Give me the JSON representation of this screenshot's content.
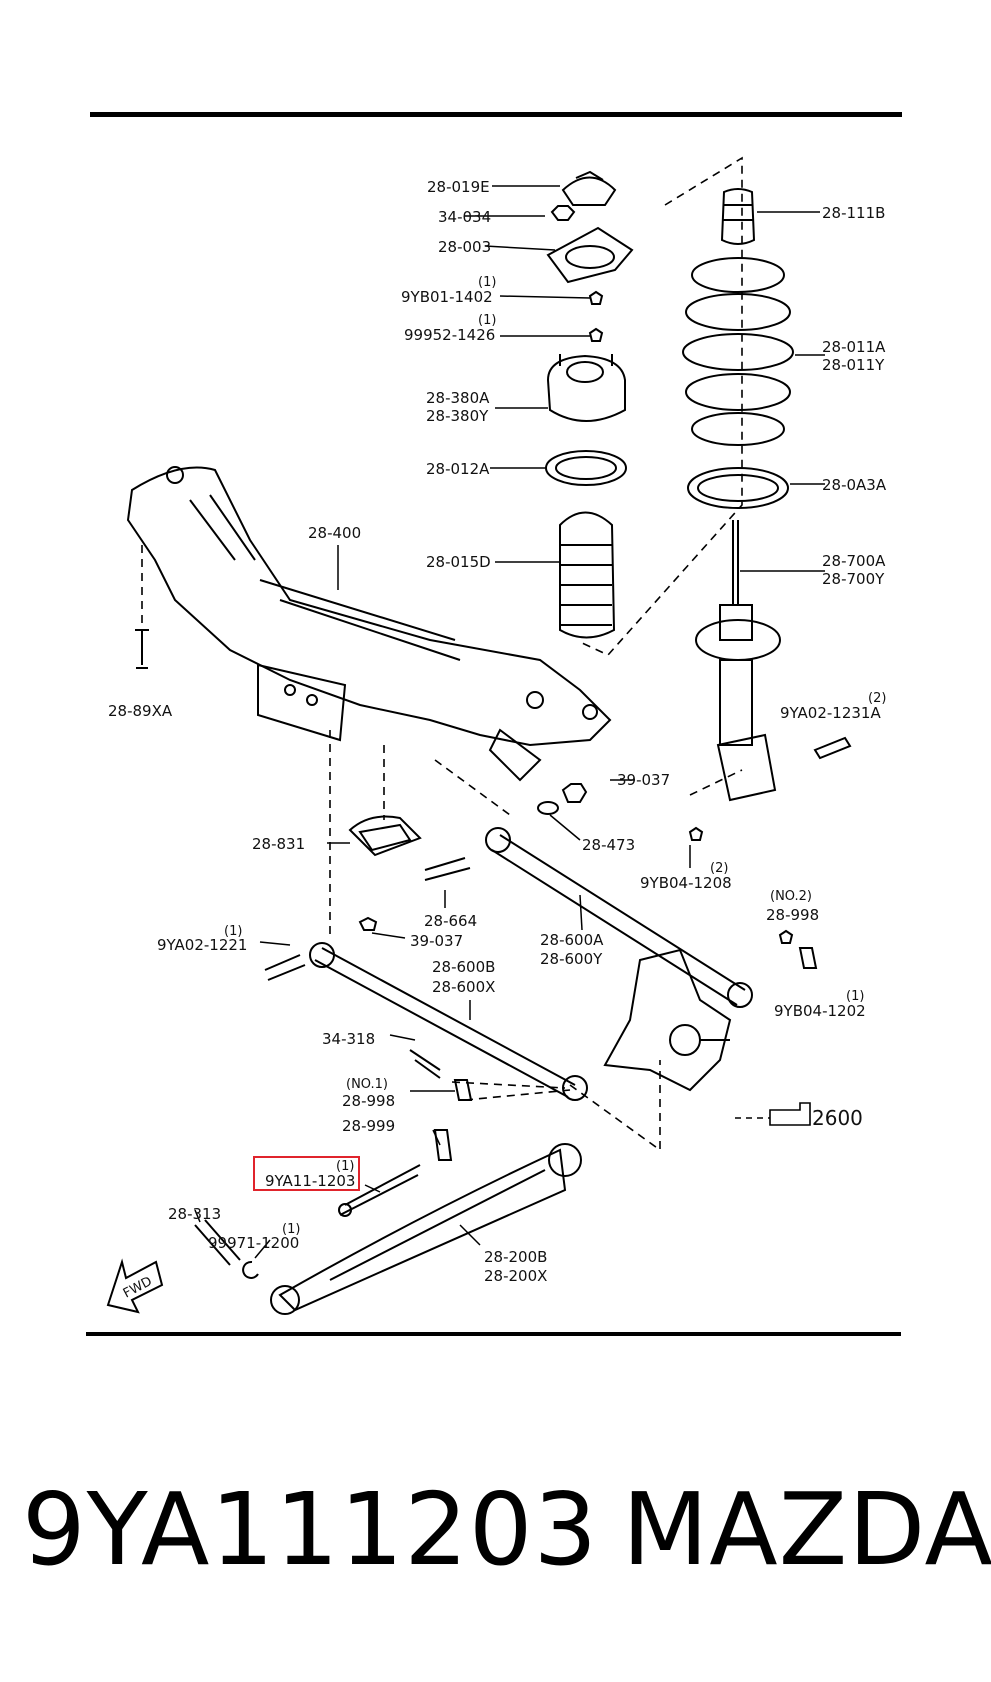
{
  "labels": {
    "p_019e": "28-019E",
    "p_111b": "28-111B",
    "p_034": "34-034",
    "p_003": "28-003",
    "q_1402": "(1)",
    "p_1402": "9YB01-1402",
    "q_1426": "(1)",
    "p_1426": "99952-1426",
    "p_011a": "28-011A",
    "p_011y": "28-011Y",
    "p_380a": "28-380A",
    "p_380y": "28-380Y",
    "p_012a": "28-012A",
    "p_0a3a": "28-0A3A",
    "p_400": "28-400",
    "p_015d": "28-015D",
    "p_700a": "28-700A",
    "p_700y": "28-700Y",
    "p_89xa": "28-89XA",
    "q_1231a": "(2)",
    "p_1231a": "9YA02-1231A",
    "p_39037a": "39-037",
    "p_473": "28-473",
    "p_831": "28-831",
    "q_1208": "(2)",
    "p_1208": "9YB04-1208",
    "p_664": "28-664",
    "q_998no2": "(NO.2)",
    "p_998no2": "28-998",
    "q_1221": "(1)",
    "p_1221": "9YA02-1221",
    "p_39037b": "39-037",
    "p_600a": "28-600A",
    "p_600y": "28-600Y",
    "p_600b": "28-600B",
    "p_600x": "28-600X",
    "q_1202": "(1)",
    "p_1202": "9YB04-1202",
    "p_318": "34-318",
    "q_998no1": "(NO.1)",
    "p_998no1": "28-998",
    "p_2600": "2600",
    "p_999": "28-999",
    "q_1203": "(1)",
    "p_1203": "9YA11-1203",
    "p_313": "28-313",
    "q_1200": "(1)",
    "p_1200": "99971-1200",
    "p_200b": "28-200B",
    "p_200x": "28-200X",
    "fwd": "FWD"
  },
  "highlight": {
    "color": "#e0242c"
  },
  "caption": {
    "part_number": "9YA111203",
    "brand": "MAZDA"
  }
}
